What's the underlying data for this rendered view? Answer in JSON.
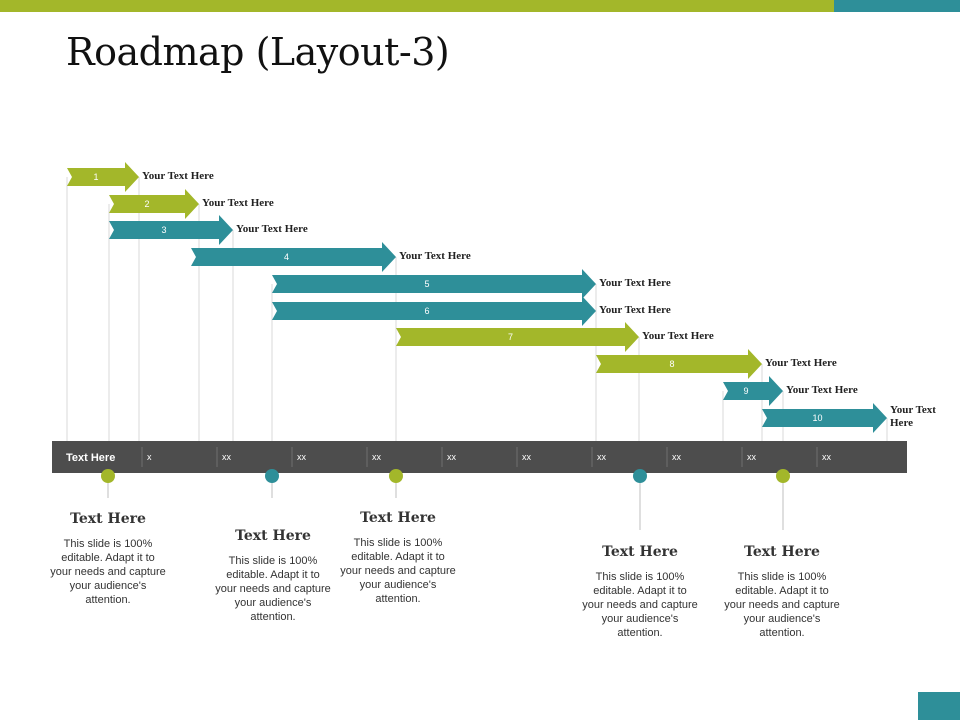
{
  "title": "Roadmap (Layout-3)",
  "colors": {
    "green": "#a3b72a",
    "teal": "#2e8f99",
    "timeline": "#4d4d4d",
    "guide": "#d9d9d9"
  },
  "tasks": [
    {
      "num": "1",
      "label": "Your Text Here",
      "color": "green"
    },
    {
      "num": "2",
      "label": "Your Text Here",
      "color": "green"
    },
    {
      "num": "3",
      "label": "Your Text Here",
      "color": "teal"
    },
    {
      "num": "4",
      "label": "Your Text Here",
      "color": "teal"
    },
    {
      "num": "5",
      "label": "Your Text Here",
      "color": "teal"
    },
    {
      "num": "6",
      "label": "Your Text Here",
      "color": "teal"
    },
    {
      "num": "7",
      "label": "Your Text Here",
      "color": "green"
    },
    {
      "num": "8",
      "label": "Your Text Here",
      "color": "green"
    },
    {
      "num": "9",
      "label": "Your Text Here",
      "color": "teal"
    },
    {
      "num": "10",
      "label": [
        "Your Text",
        "Here"
      ],
      "color": "teal"
    }
  ],
  "timeline": {
    "label": "Text Here",
    "ticks": [
      "x",
      "xx",
      "xx",
      "xx",
      "xx",
      "xx",
      "xx",
      "xx",
      "xx",
      "xx"
    ]
  },
  "milestones": [
    {
      "color": "green",
      "title": "Text Here",
      "body": "This slide is 100% editable. Adapt it to your needs and capture your audience's attention."
    },
    {
      "color": "teal",
      "title": "Text Here",
      "body": "This slide is 100% editable. Adapt it to your needs and capture your audience's attention."
    },
    {
      "color": "green",
      "title": "Text Here",
      "body": "This slide is 100% editable. Adapt it to your needs and capture your audience's attention."
    },
    {
      "color": "teal",
      "title": "Text Here",
      "body": "This slide is 100% editable. Adapt it to your needs and capture your audience's attention."
    },
    {
      "color": "green",
      "title": "Text Here",
      "body": "This slide is 100% editable. Adapt it to your needs and capture your audience's attention."
    }
  ]
}
